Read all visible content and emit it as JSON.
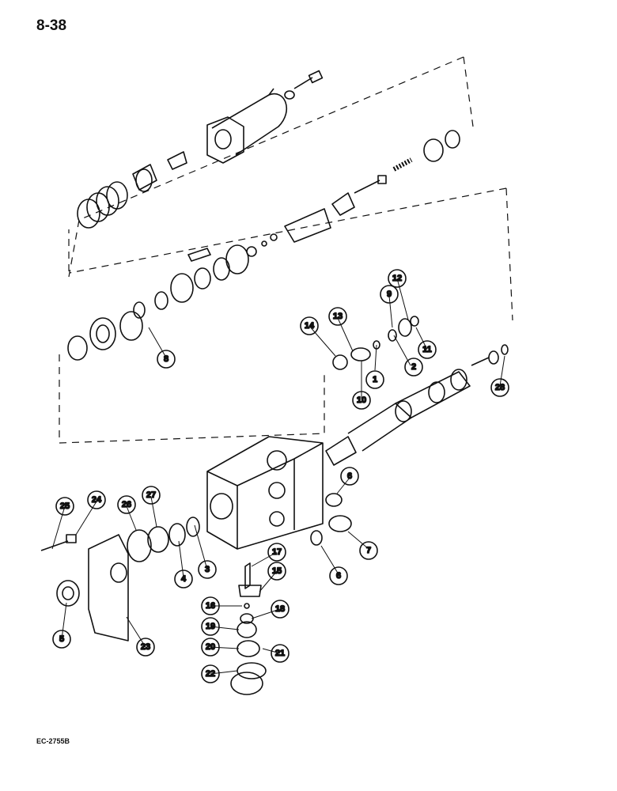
{
  "page": {
    "number": "8-38",
    "figure_code": "EC-2755B"
  },
  "callouts": [
    {
      "n": "1"
    },
    {
      "n": "2"
    },
    {
      "n": "3"
    },
    {
      "n": "4"
    },
    {
      "n": "5"
    },
    {
      "n": "6"
    },
    {
      "n": "6"
    },
    {
      "n": "7"
    },
    {
      "n": "8"
    },
    {
      "n": "9"
    },
    {
      "n": "10"
    },
    {
      "n": "11"
    },
    {
      "n": "12"
    },
    {
      "n": "13"
    },
    {
      "n": "14"
    },
    {
      "n": "15"
    },
    {
      "n": "16"
    },
    {
      "n": "17"
    },
    {
      "n": "18"
    },
    {
      "n": "19"
    },
    {
      "n": "20"
    },
    {
      "n": "21"
    },
    {
      "n": "22"
    },
    {
      "n": "23"
    },
    {
      "n": "24"
    },
    {
      "n": "25"
    },
    {
      "n": "26"
    },
    {
      "n": "27"
    },
    {
      "n": "28"
    }
  ]
}
